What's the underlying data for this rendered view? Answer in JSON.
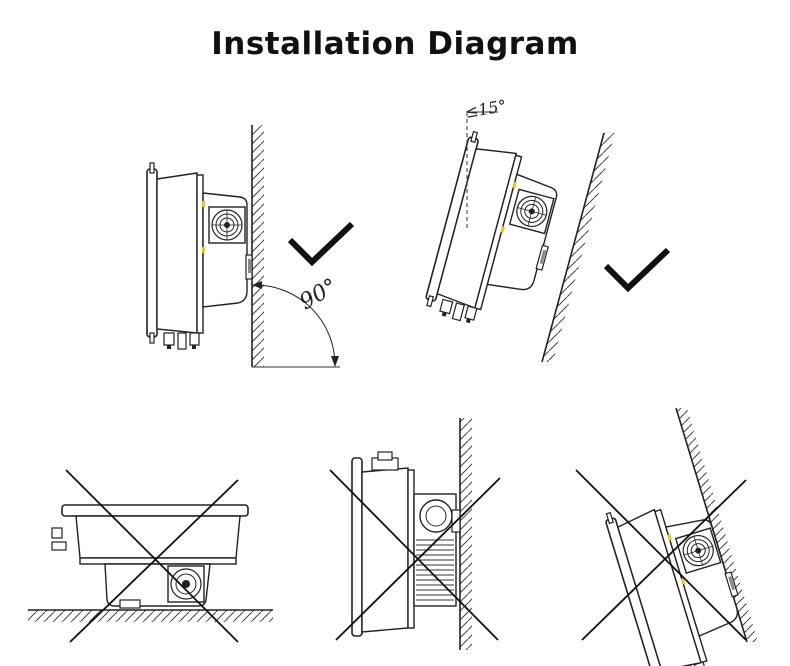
{
  "title": "Installation Diagram",
  "panels": [
    {
      "id": "vertical",
      "angle_label": "90°",
      "status": "correct",
      "status_icon": "checkmark-icon"
    },
    {
      "id": "tilted-back",
      "angle_label": "≤15°",
      "status": "correct",
      "status_icon": "checkmark-icon"
    },
    {
      "id": "horizontal",
      "status": "incorrect",
      "status_icon": "cross-icon"
    },
    {
      "id": "upside-down",
      "status": "incorrect",
      "status_icon": "cross-icon"
    },
    {
      "id": "tilted-forward",
      "status": "incorrect",
      "status_icon": "cross-icon"
    }
  ]
}
